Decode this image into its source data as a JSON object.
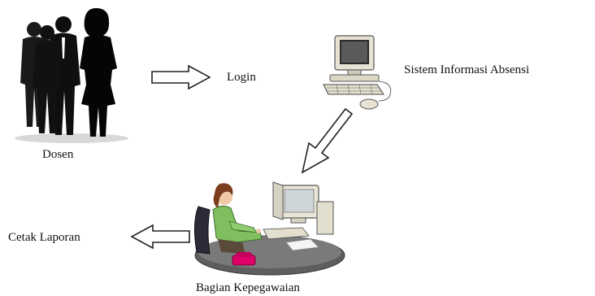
{
  "actors": {
    "dosen": {
      "label": "Dosen",
      "icon": "business-people-silhouette-icon"
    },
    "sistem": {
      "label": "Sistem Informasi Absensi",
      "icon": "desktop-computer-icon"
    },
    "kepegawaian": {
      "label": "Bagian Kepegawaian",
      "icon": "office-worker-at-computer-icon"
    }
  },
  "flows": {
    "login": {
      "label": "Login"
    },
    "laporan": {
      "label": "Cetak Laporan"
    }
  },
  "colors": {
    "silhouette": "#111111",
    "arrow_stroke": "#222222",
    "arrow_fill": "#ffffff",
    "computer_beige": "#e9e6d8",
    "worker_shirt": "#7fbf5f",
    "worker_hair": "#7a3e1c",
    "desk_gray": "#6a6a6a",
    "phone_pink": "#e0006a"
  }
}
